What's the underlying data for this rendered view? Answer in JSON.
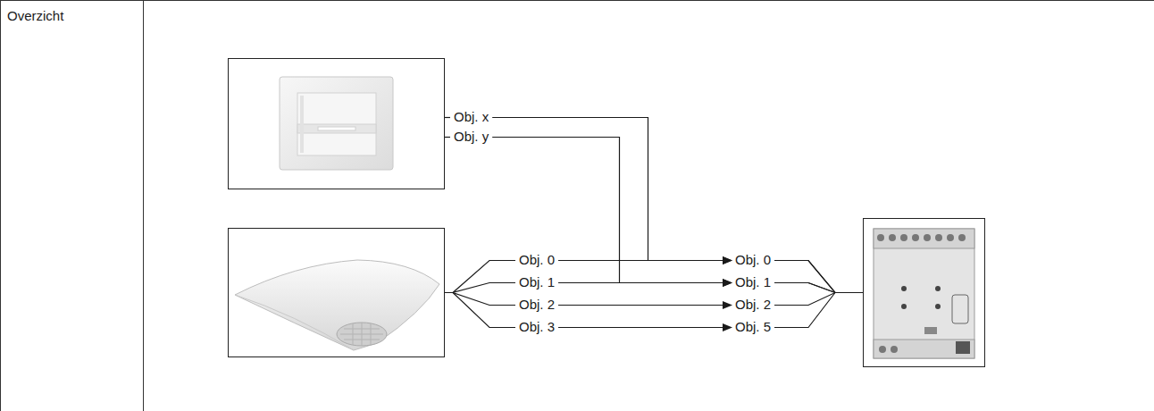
{
  "diagram": {
    "nodes": [
      {
        "text": [
          "Obj. x",
          "Obj. y"
        ]
      },
      {
        "text": [
          "Obj. 0",
          "Obj. 1",
          "Obj. 2",
          "Obj. 3"
        ]
      },
      {
        "text": [
          "Obj. 0",
          "Obj. 1",
          "Obj. 2",
          "Obj. 5"
        ]
      }
    ],
    "edges": [
      {
        "from": 0,
        "to": 2,
        "arrow": "to"
      },
      {
        "from": 0,
        "to": 2,
        "arrow": "to"
      },
      {
        "from": 1,
        "to": 2,
        "arrow": "to"
      },
      {
        "from": 1,
        "to": 2,
        "arrow": "to"
      },
      {
        "from": 1,
        "to": 2,
        "arrow": "to"
      },
      {
        "from": 1,
        "to": 2,
        "arrow": "to"
      }
    ],
    "labels": [
      "Overzicht"
    ]
  }
}
